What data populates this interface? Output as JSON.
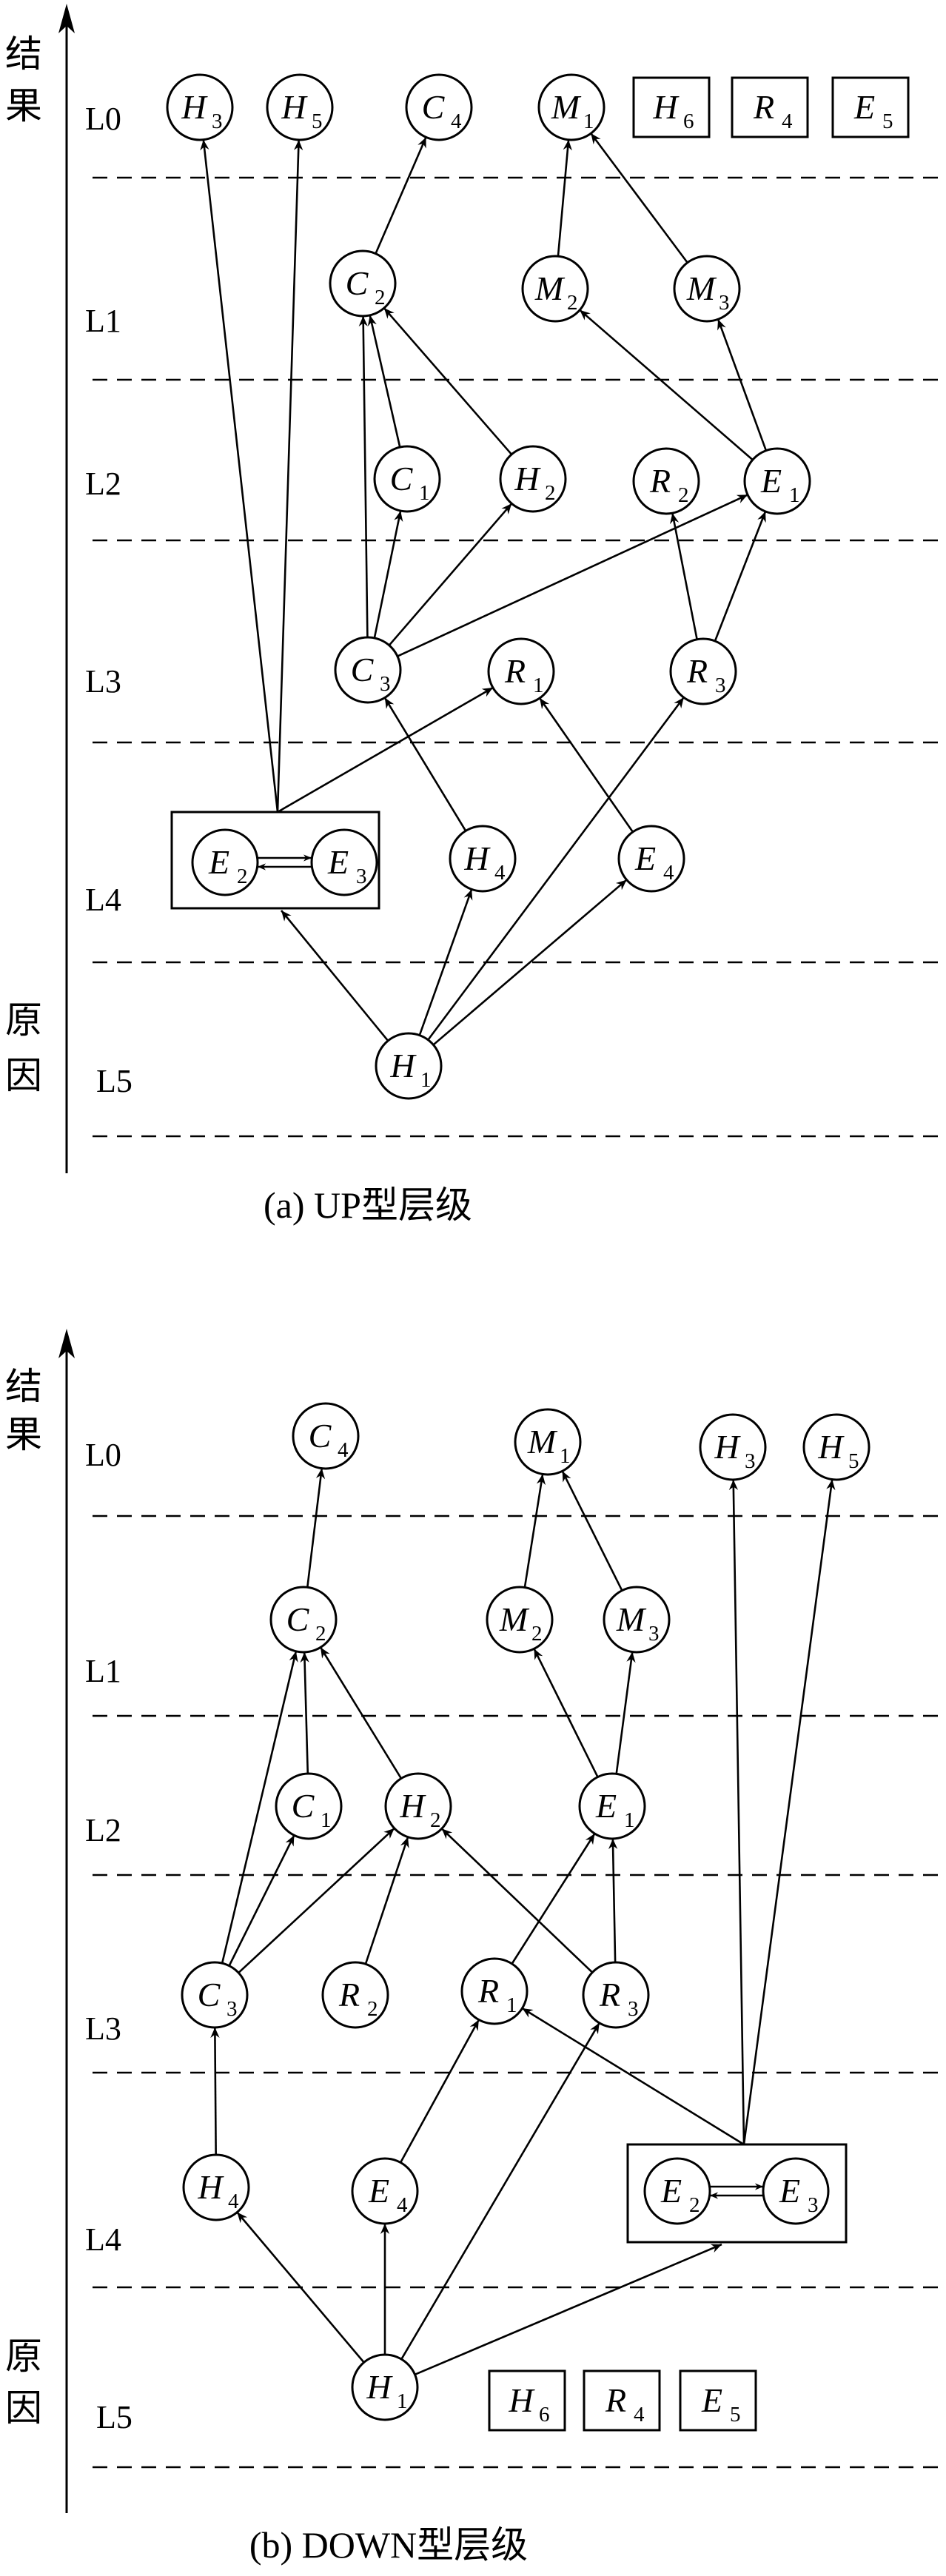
{
  "panels": [
    {
      "id": "up",
      "caption": "(a) UP型层级",
      "axis_top_label": [
        "结",
        "果"
      ],
      "axis_bottom_label": [
        "原",
        "因"
      ],
      "levels": [
        "L0",
        "L1",
        "L2",
        "L3",
        "L4",
        "L5"
      ],
      "nodes": [
        {
          "id": "H3",
          "letter": "H",
          "sub": "3",
          "shape": "circle",
          "level": "L0"
        },
        {
          "id": "H5",
          "letter": "H",
          "sub": "5",
          "shape": "circle",
          "level": "L0"
        },
        {
          "id": "C4",
          "letter": "C",
          "sub": "4",
          "shape": "circle",
          "level": "L0"
        },
        {
          "id": "M1",
          "letter": "M",
          "sub": "1",
          "shape": "circle",
          "level": "L0"
        },
        {
          "id": "H6",
          "letter": "H",
          "sub": "6",
          "shape": "box",
          "level": "L0"
        },
        {
          "id": "R4",
          "letter": "R",
          "sub": "4",
          "shape": "box",
          "level": "L0"
        },
        {
          "id": "E5",
          "letter": "E",
          "sub": "5",
          "shape": "box",
          "level": "L0"
        },
        {
          "id": "C2",
          "letter": "C",
          "sub": "2",
          "shape": "circle",
          "level": "L1"
        },
        {
          "id": "M2",
          "letter": "M",
          "sub": "2",
          "shape": "circle",
          "level": "L1"
        },
        {
          "id": "M3",
          "letter": "M",
          "sub": "3",
          "shape": "circle",
          "level": "L1"
        },
        {
          "id": "C1",
          "letter": "C",
          "sub": "1",
          "shape": "circle",
          "level": "L2"
        },
        {
          "id": "H2",
          "letter": "H",
          "sub": "2",
          "shape": "circle",
          "level": "L2"
        },
        {
          "id": "R2",
          "letter": "R",
          "sub": "2",
          "shape": "circle",
          "level": "L2"
        },
        {
          "id": "E1",
          "letter": "E",
          "sub": "1",
          "shape": "circle",
          "level": "L2"
        },
        {
          "id": "C3",
          "letter": "C",
          "sub": "3",
          "shape": "circle",
          "level": "L3"
        },
        {
          "id": "R1",
          "letter": "R",
          "sub": "1",
          "shape": "circle",
          "level": "L3"
        },
        {
          "id": "R3",
          "letter": "R",
          "sub": "3",
          "shape": "circle",
          "level": "L3"
        },
        {
          "id": "E2",
          "letter": "E",
          "sub": "2",
          "shape": "circle",
          "level": "L4"
        },
        {
          "id": "E3",
          "letter": "E",
          "sub": "3",
          "shape": "circle",
          "level": "L4"
        },
        {
          "id": "H4",
          "letter": "H",
          "sub": "4",
          "shape": "circle",
          "level": "L4"
        },
        {
          "id": "E4",
          "letter": "E",
          "sub": "4",
          "shape": "circle",
          "level": "L4"
        },
        {
          "id": "H1",
          "letter": "H",
          "sub": "1",
          "shape": "circle",
          "level": "L5"
        }
      ],
      "edges": [
        [
          "C2",
          "C4"
        ],
        [
          "M2",
          "M1"
        ],
        [
          "M3",
          "M1"
        ],
        [
          "C1",
          "C2"
        ],
        [
          "H2",
          "C2"
        ],
        [
          "E1",
          "M2"
        ],
        [
          "E1",
          "M3"
        ],
        [
          "C3",
          "C2"
        ],
        [
          "C3",
          "C1"
        ],
        [
          "C3",
          "H2"
        ],
        [
          "C3",
          "E1"
        ],
        [
          "R3",
          "R2"
        ],
        [
          "R3",
          "E1"
        ],
        [
          "E2E3",
          "H3"
        ],
        [
          "E2E3",
          "H5"
        ],
        [
          "E2E3",
          "R1"
        ],
        [
          "H4",
          "C3"
        ],
        [
          "E4",
          "R1"
        ],
        [
          "H1",
          "E2E3"
        ],
        [
          "H1",
          "H4"
        ],
        [
          "H1",
          "E4"
        ],
        [
          "H1",
          "R3"
        ],
        [
          "E2",
          "E3"
        ],
        [
          "E3",
          "E2"
        ]
      ]
    },
    {
      "id": "down",
      "caption": "(b) DOWN型层级",
      "axis_top_label": [
        "结",
        "果"
      ],
      "axis_bottom_label": [
        "原",
        "因"
      ],
      "levels": [
        "L0",
        "L1",
        "L2",
        "L3",
        "L4",
        "L5"
      ],
      "nodes": [
        {
          "id": "C4",
          "letter": "C",
          "sub": "4",
          "shape": "circle",
          "level": "L0"
        },
        {
          "id": "M1",
          "letter": "M",
          "sub": "1",
          "shape": "circle",
          "level": "L0"
        },
        {
          "id": "H3",
          "letter": "H",
          "sub": "3",
          "shape": "circle",
          "level": "L0"
        },
        {
          "id": "H5",
          "letter": "H",
          "sub": "5",
          "shape": "circle",
          "level": "L0"
        },
        {
          "id": "C2",
          "letter": "C",
          "sub": "2",
          "shape": "circle",
          "level": "L1"
        },
        {
          "id": "M2",
          "letter": "M",
          "sub": "2",
          "shape": "circle",
          "level": "L1"
        },
        {
          "id": "M3",
          "letter": "M",
          "sub": "3",
          "shape": "circle",
          "level": "L1"
        },
        {
          "id": "C1",
          "letter": "C",
          "sub": "1",
          "shape": "circle",
          "level": "L2"
        },
        {
          "id": "H2",
          "letter": "H",
          "sub": "2",
          "shape": "circle",
          "level": "L2"
        },
        {
          "id": "E1",
          "letter": "E",
          "sub": "1",
          "shape": "circle",
          "level": "L2"
        },
        {
          "id": "C3",
          "letter": "C",
          "sub": "3",
          "shape": "circle",
          "level": "L3"
        },
        {
          "id": "R2",
          "letter": "R",
          "sub": "2",
          "shape": "circle",
          "level": "L3"
        },
        {
          "id": "R1",
          "letter": "R",
          "sub": "1",
          "shape": "circle",
          "level": "L3"
        },
        {
          "id": "R3",
          "letter": "R",
          "sub": "3",
          "shape": "circle",
          "level": "L3"
        },
        {
          "id": "H4",
          "letter": "H",
          "sub": "4",
          "shape": "circle",
          "level": "L4"
        },
        {
          "id": "E4",
          "letter": "E",
          "sub": "4",
          "shape": "circle",
          "level": "L4"
        },
        {
          "id": "E2",
          "letter": "E",
          "sub": "2",
          "shape": "circle",
          "level": "L4"
        },
        {
          "id": "E3",
          "letter": "E",
          "sub": "3",
          "shape": "circle",
          "level": "L4"
        },
        {
          "id": "H1",
          "letter": "H",
          "sub": "1",
          "shape": "circle",
          "level": "L5"
        },
        {
          "id": "H6",
          "letter": "H",
          "sub": "6",
          "shape": "box",
          "level": "L5"
        },
        {
          "id": "R4",
          "letter": "R",
          "sub": "4",
          "shape": "box",
          "level": "L5"
        },
        {
          "id": "E5",
          "letter": "E",
          "sub": "5",
          "shape": "box",
          "level": "L5"
        }
      ],
      "edges": [
        [
          "C2",
          "C4"
        ],
        [
          "M2",
          "M1"
        ],
        [
          "M3",
          "M1"
        ],
        [
          "C1",
          "C2"
        ],
        [
          "H2",
          "C2"
        ],
        [
          "E1",
          "M2"
        ],
        [
          "E1",
          "M3"
        ],
        [
          "C3",
          "C2"
        ],
        [
          "C3",
          "C1"
        ],
        [
          "C3",
          "H2"
        ],
        [
          "R2",
          "H2"
        ],
        [
          "R3",
          "H2"
        ],
        [
          "R1",
          "E1"
        ],
        [
          "R3",
          "E1"
        ],
        [
          "H4",
          "C3"
        ],
        [
          "E2E3",
          "R1"
        ],
        [
          "E2E3",
          "H3"
        ],
        [
          "E2E3",
          "H5"
        ],
        [
          "H1",
          "H4"
        ],
        [
          "H1",
          "E4"
        ],
        [
          "H1",
          "R3"
        ],
        [
          "E4",
          "R1"
        ],
        [
          "H1",
          "E2E3"
        ],
        [
          "E2",
          "E3"
        ],
        [
          "E3",
          "E2"
        ]
      ]
    }
  ]
}
